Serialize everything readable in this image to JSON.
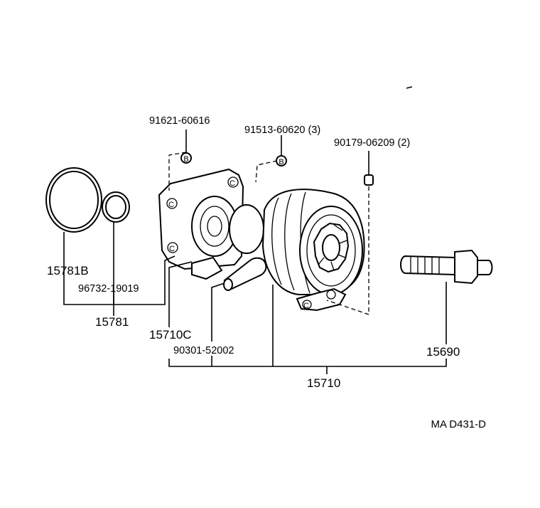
{
  "labels": {
    "bolt_a": "91621-60616",
    "bolt_b": "91513-60620 (3)",
    "nut": "90179-06209 (2)",
    "oring_large": "15781B",
    "oring_small": "96732-19019",
    "oring_kit": "15781",
    "cover": "15710C",
    "pipe_part": "90301-52002",
    "sensor": "15690",
    "assembly": "15710"
  },
  "markers": {
    "bolt_a_letter": "B",
    "bolt_b_letter": "B",
    "mount_letter": "C"
  },
  "diagram_code": "MA D431-D"
}
